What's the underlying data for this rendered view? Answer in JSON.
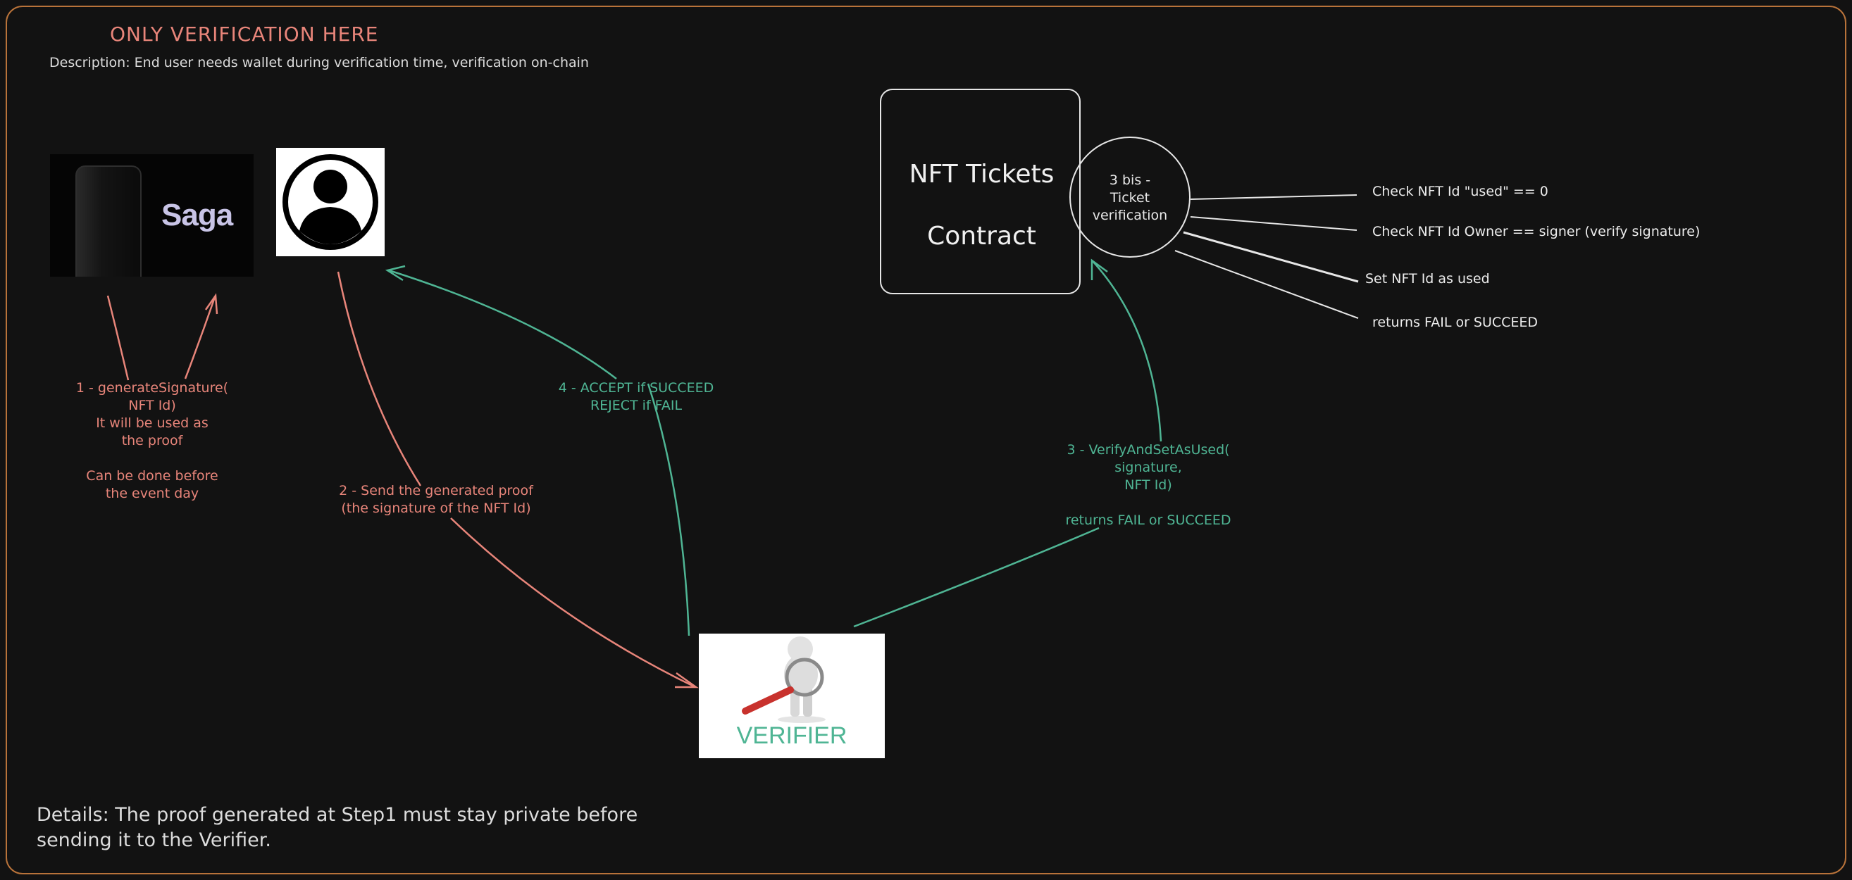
{
  "header": {
    "title": "ONLY VERIFICATION HERE",
    "description": "Description: End user needs wallet during verification time, verification on-chain"
  },
  "images": {
    "saga_logo_text": "Saga",
    "verifier_label": "VERIFIER"
  },
  "contract": {
    "title": "NFT Tickets\nContract",
    "verification_circle": "3 bis -\nTicket\nverification"
  },
  "steps": {
    "step1": "1 - generateSignature(\nNFT Id)\nIt will be used as\nthe proof\n\nCan be done before\nthe event day",
    "step2": "2 - Send the generated proof\n(the signature of the NFT Id)",
    "step3": "3 - VerifyAndSetAsUsed(\nsignature,\nNFT Id)\n\nreturns FAIL or SUCCEED",
    "step4": "4 - ACCEPT if SUCCEED\nREJECT if FAIL"
  },
  "checks": [
    "Check NFT Id \"used\" == 0",
    "Check NFT Id Owner == signer (verify signature)",
    "Set NFT Id as used",
    "returns FAIL or SUCCEED"
  ],
  "details": "Details: The proof generated at Step1 must stay private before sending it to the Verifier.",
  "colors": {
    "background": "#121212",
    "frame": "#b9733a",
    "red_flow": "#e8857a",
    "green_flow": "#4fb594",
    "white": "#e8e8e8"
  }
}
